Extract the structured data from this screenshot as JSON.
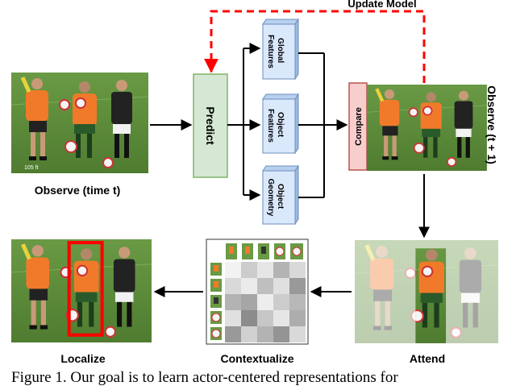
{
  "figure": {
    "update_model": "Update Model",
    "predict": "Predict",
    "features": {
      "global": [
        "Global",
        "Features"
      ],
      "object": [
        "Object",
        "Features"
      ],
      "geometry": [
        "Object",
        "Geometry"
      ]
    },
    "compare": "Compare",
    "observe_t": "Observe (time t)",
    "observe_t1": "Observe (t + 1)",
    "localize": "Localize",
    "contextualize": "Contextualize",
    "attend": "Attend"
  },
  "frame_stamp": "105 ft",
  "caption": "Figure 1. Our goal is to learn actor-centered representations for",
  "colors": {
    "predict_fill": "#d5e8d4",
    "predict_border": "#82b366",
    "compare_fill": "#f8cecc",
    "compare_border": "#b85450",
    "feature_fill": "#dae8fc",
    "feature_border": "#6c8ebf",
    "update_arrow": "#ff0000",
    "highlight_box": "#ff0000",
    "pitch": "#5d8a3a",
    "bib": "#f07a2a"
  }
}
